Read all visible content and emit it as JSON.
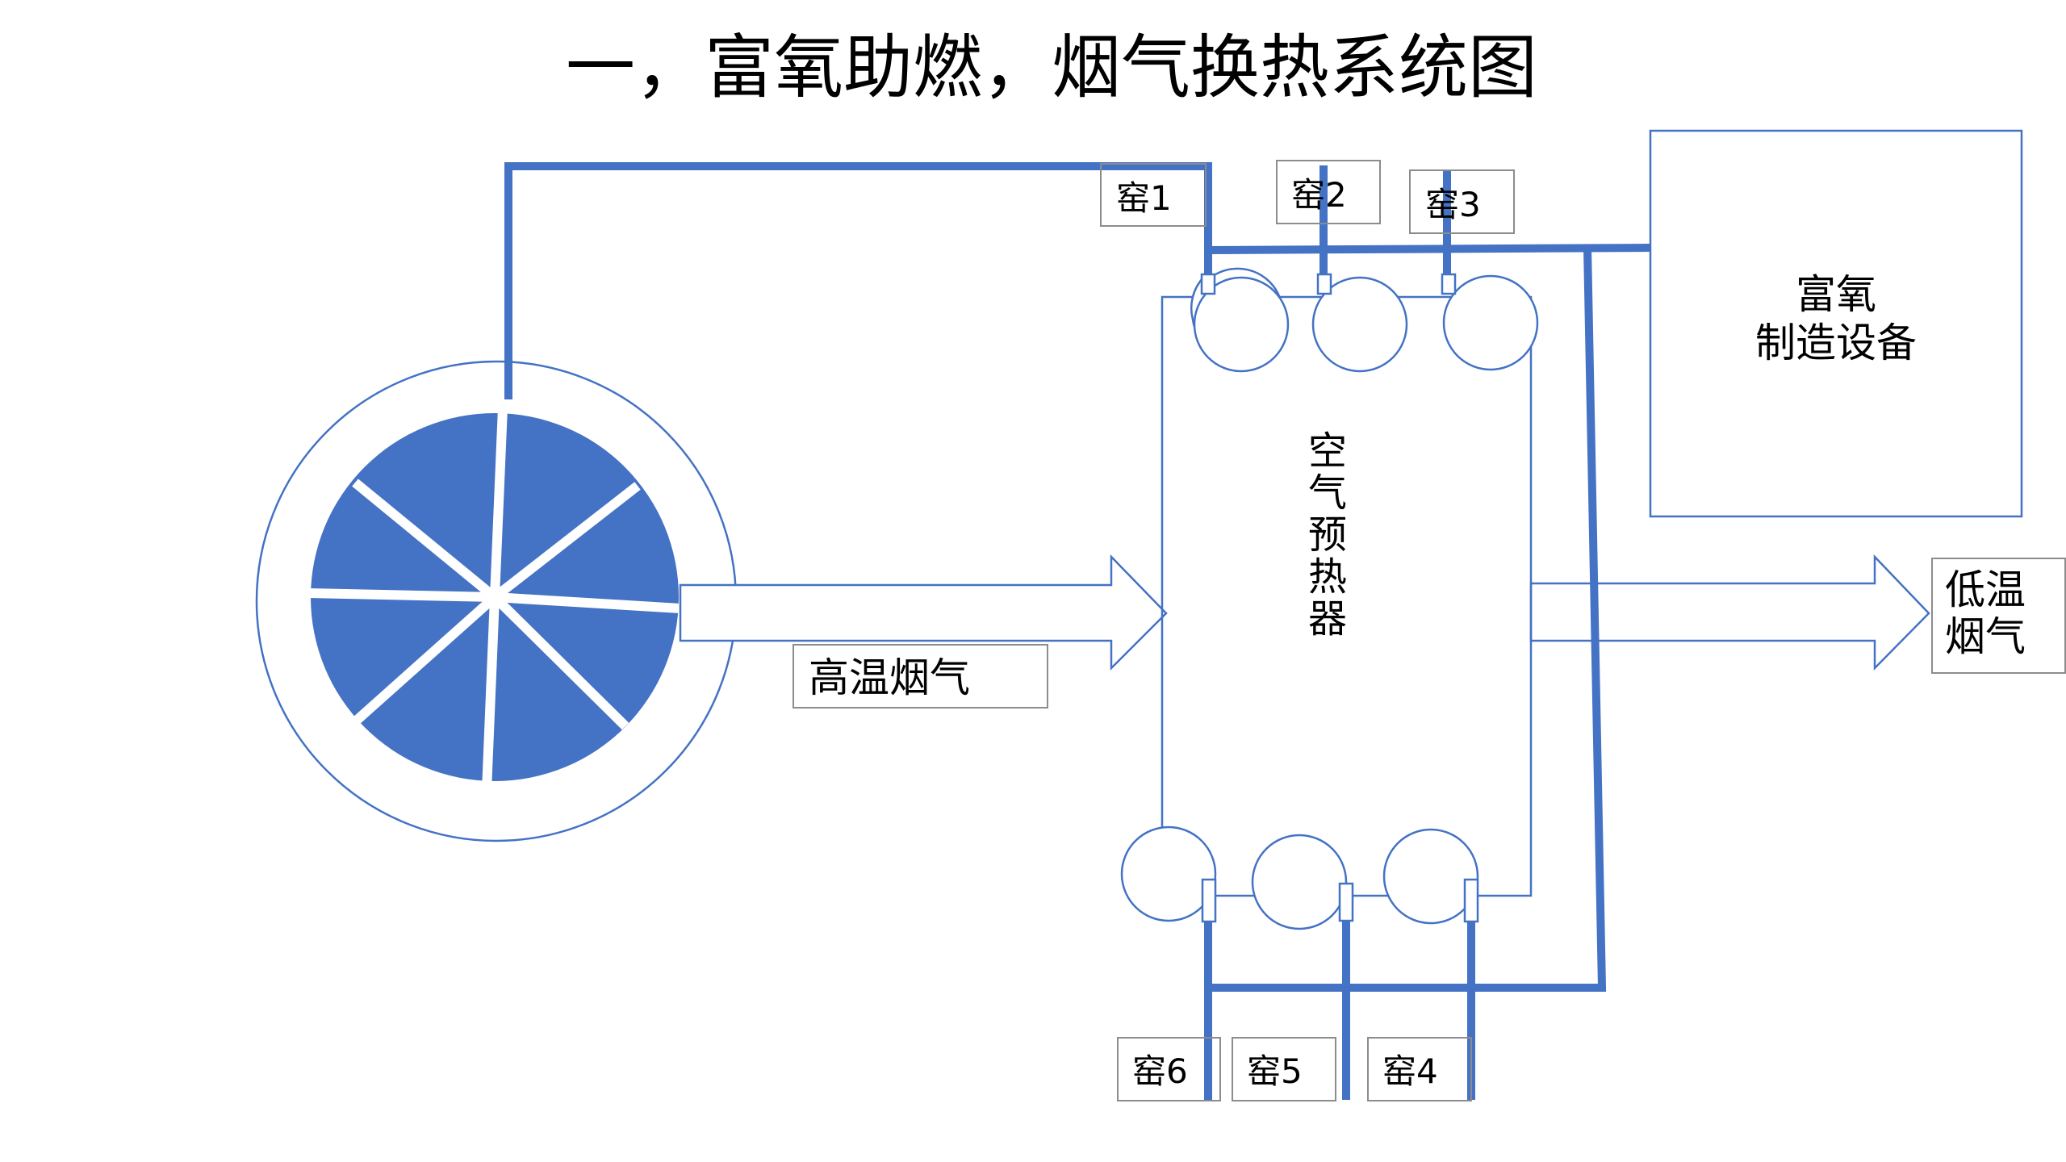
{
  "title": "一，富氧助燃，烟气换热系统图",
  "labels": {
    "kiln_1": "窑1",
    "kiln_2": "窑2",
    "kiln_3": "窑3",
    "kiln_4": "窑4",
    "kiln_5": "窑5",
    "kiln_6": "窑6",
    "high_temp_flue_gas": "高温烟气",
    "low_temp_flue_gas_line1": "低温",
    "low_temp_flue_gas_line2": "烟气",
    "oxygen_equipment_line1": "富氧",
    "oxygen_equipment_line2": "制造设备",
    "air_preheater": [
      "空",
      "气",
      "预",
      "热",
      "器"
    ]
  },
  "colors": {
    "pipe": "#4472C4",
    "outline": "#4472C4",
    "wheel": "#4472C4",
    "text": "#000000",
    "box_border": "#8c8c8c"
  }
}
